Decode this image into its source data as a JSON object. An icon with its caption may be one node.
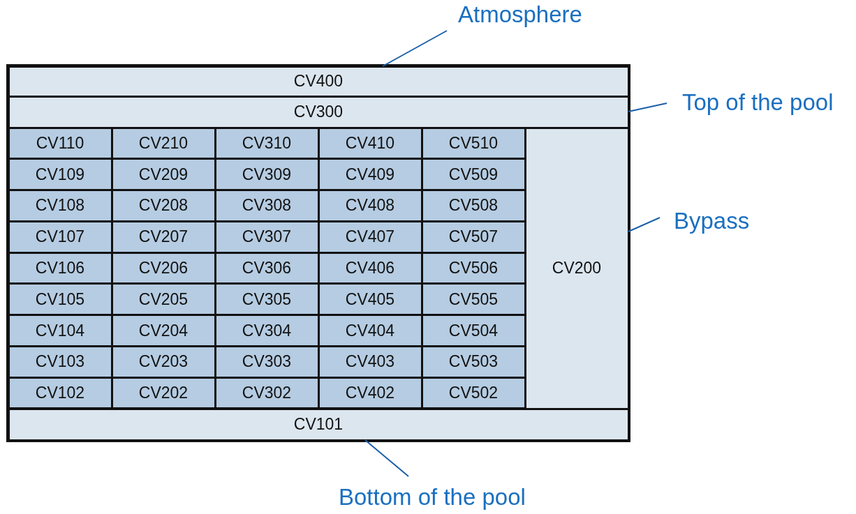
{
  "diagram": {
    "nodes": [
      {
        "text": [
          "Atmosphere"
        ]
      },
      {
        "text": [
          "CV400"
        ]
      },
      {
        "text": [
          "Top of the pool"
        ]
      },
      {
        "text": [
          "CV300"
        ]
      },
      {
        "text": [
          "CV110"
        ]
      },
      {
        "text": [
          "CV210"
        ]
      },
      {
        "text": [
          "CV310"
        ]
      },
      {
        "text": [
          "CV410"
        ]
      },
      {
        "text": [
          "CV510"
        ]
      },
      {
        "text": [
          "CV109"
        ]
      },
      {
        "text": [
          "CV209"
        ]
      },
      {
        "text": [
          "CV309"
        ]
      },
      {
        "text": [
          "CV409"
        ]
      },
      {
        "text": [
          "CV509"
        ]
      },
      {
        "text": [
          "CV108"
        ]
      },
      {
        "text": [
          "CV208"
        ]
      },
      {
        "text": [
          "CV308"
        ]
      },
      {
        "text": [
          "CV408"
        ]
      },
      {
        "text": [
          "CV508"
        ]
      },
      {
        "text": [
          "CV107"
        ]
      },
      {
        "text": [
          "CV207"
        ]
      },
      {
        "text": [
          "CV307"
        ]
      },
      {
        "text": [
          "CV407"
        ]
      },
      {
        "text": [
          "CV507"
        ]
      },
      {
        "text": [
          "CV106"
        ]
      },
      {
        "text": [
          "CV206"
        ]
      },
      {
        "text": [
          "CV306"
        ]
      },
      {
        "text": [
          "CV406"
        ]
      },
      {
        "text": [
          "CV506"
        ]
      },
      {
        "text": [
          "CV105"
        ]
      },
      {
        "text": [
          "CV205"
        ]
      },
      {
        "text": [
          "CV305"
        ]
      },
      {
        "text": [
          "CV405"
        ]
      },
      {
        "text": [
          "CV505"
        ]
      },
      {
        "text": [
          "CV104"
        ]
      },
      {
        "text": [
          "CV204"
        ]
      },
      {
        "text": [
          "CV304"
        ]
      },
      {
        "text": [
          "CV404"
        ]
      },
      {
        "text": [
          "CV504"
        ]
      },
      {
        "text": [
          "CV103"
        ]
      },
      {
        "text": [
          "CV203"
        ]
      },
      {
        "text": [
          "CV303"
        ]
      },
      {
        "text": [
          "CV403"
        ]
      },
      {
        "text": [
          "CV503"
        ]
      },
      {
        "text": [
          "CV102"
        ]
      },
      {
        "text": [
          "CV202"
        ]
      },
      {
        "text": [
          "CV302"
        ]
      },
      {
        "text": [
          "CV402"
        ]
      },
      {
        "text": [
          "CV502"
        ]
      },
      {
        "text": [
          "Bypass"
        ]
      },
      {
        "text": [
          "CV200"
        ]
      },
      {
        "text": [
          "CV101"
        ]
      },
      {
        "text": [
          "Bottom of the pool"
        ]
      }
    ],
    "edges": [
      {
        "from": 0,
        "to": 1,
        "arrow": "none"
      },
      {
        "from": 2,
        "to": 3,
        "arrow": "none"
      },
      {
        "from": 49,
        "to": 50,
        "arrow": "none"
      },
      {
        "from": 52,
        "to": 51,
        "arrow": "none"
      }
    ]
  }
}
